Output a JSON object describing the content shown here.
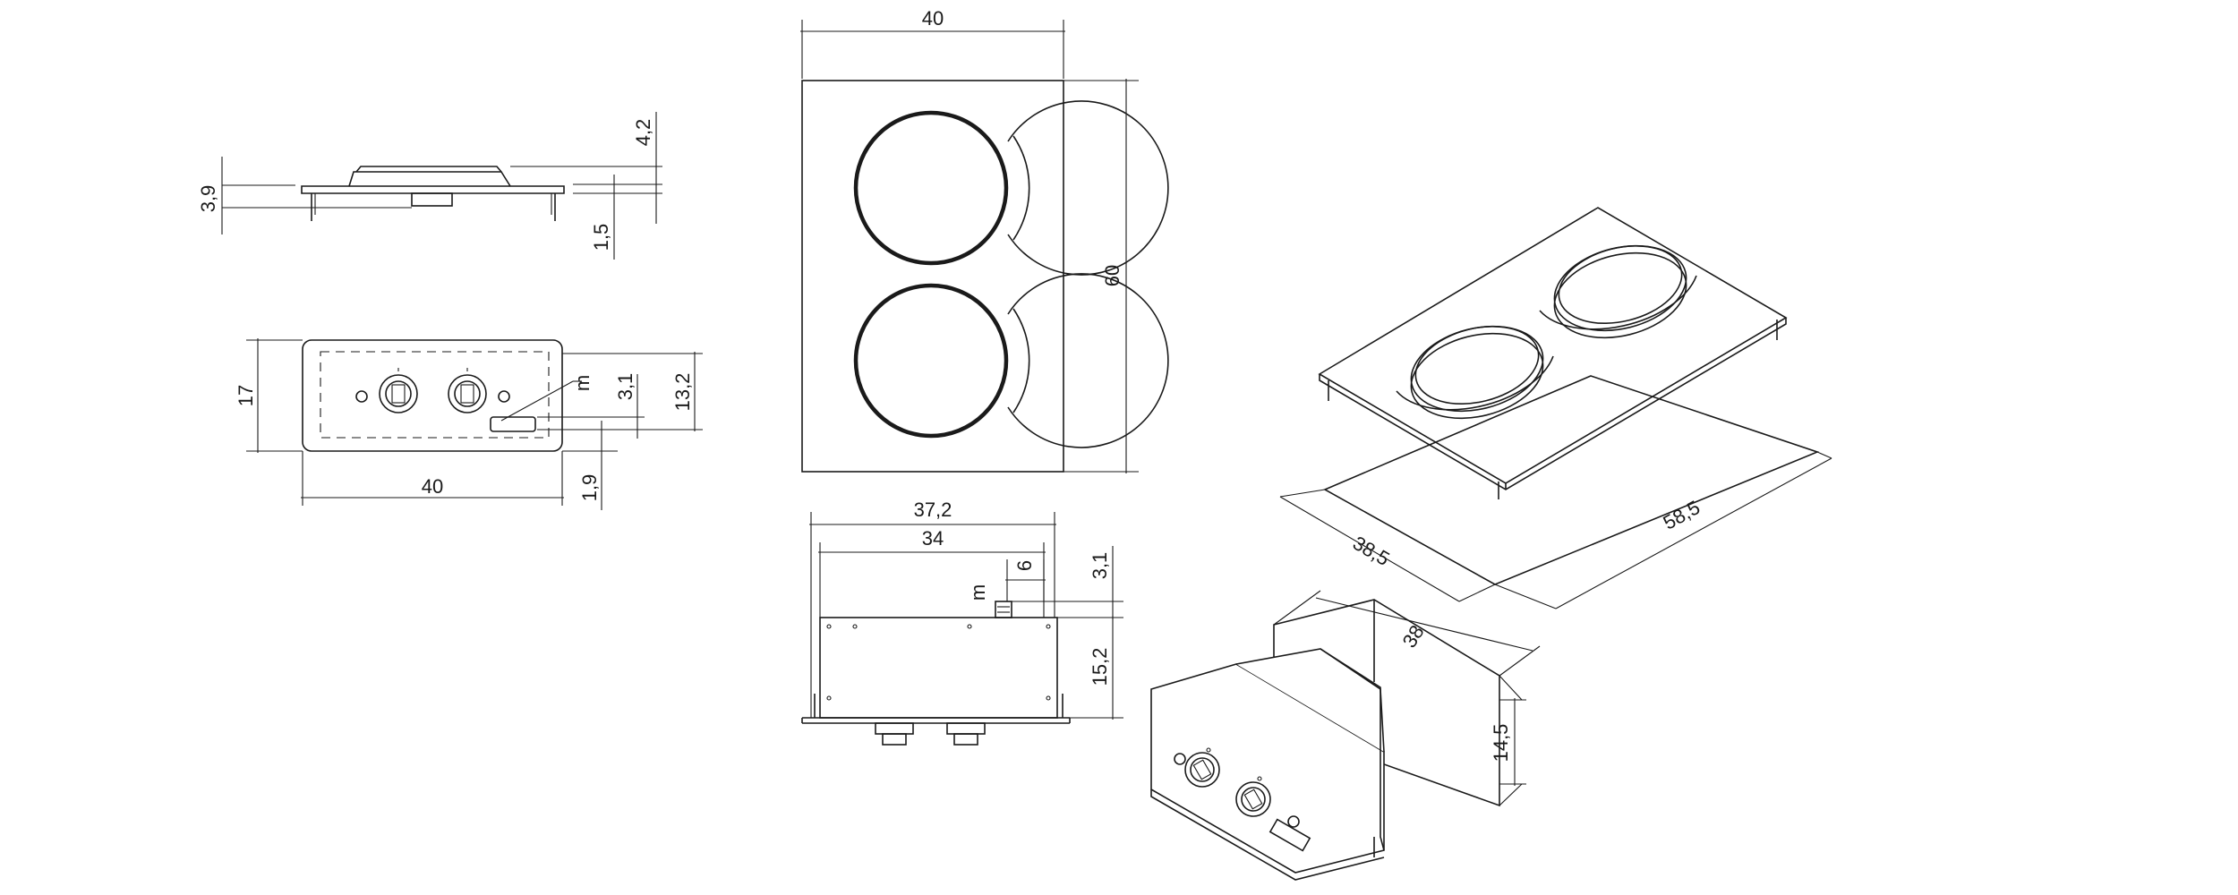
{
  "colors": {
    "line": "#1a1a1a",
    "background": "#ffffff"
  },
  "dimensions": {
    "side_height": "3,9",
    "side_top": "4,2",
    "side_bottom": "1,5",
    "front_height": "17",
    "front_width": "40",
    "front_right_a": "3,1",
    "front_right_b": "13,2",
    "front_bottom": "1,9",
    "top_width": "40",
    "top_height": "60",
    "body_outer": "37,2",
    "body_inner": "34",
    "body_small": "6",
    "body_top": "3,1",
    "body_height": "15,2",
    "iso_width": "38,5",
    "iso_length": "58,5",
    "box_depth": "38",
    "box_height": "14,5"
  },
  "labels": {
    "earth_1": "m",
    "earth_2": "m"
  }
}
